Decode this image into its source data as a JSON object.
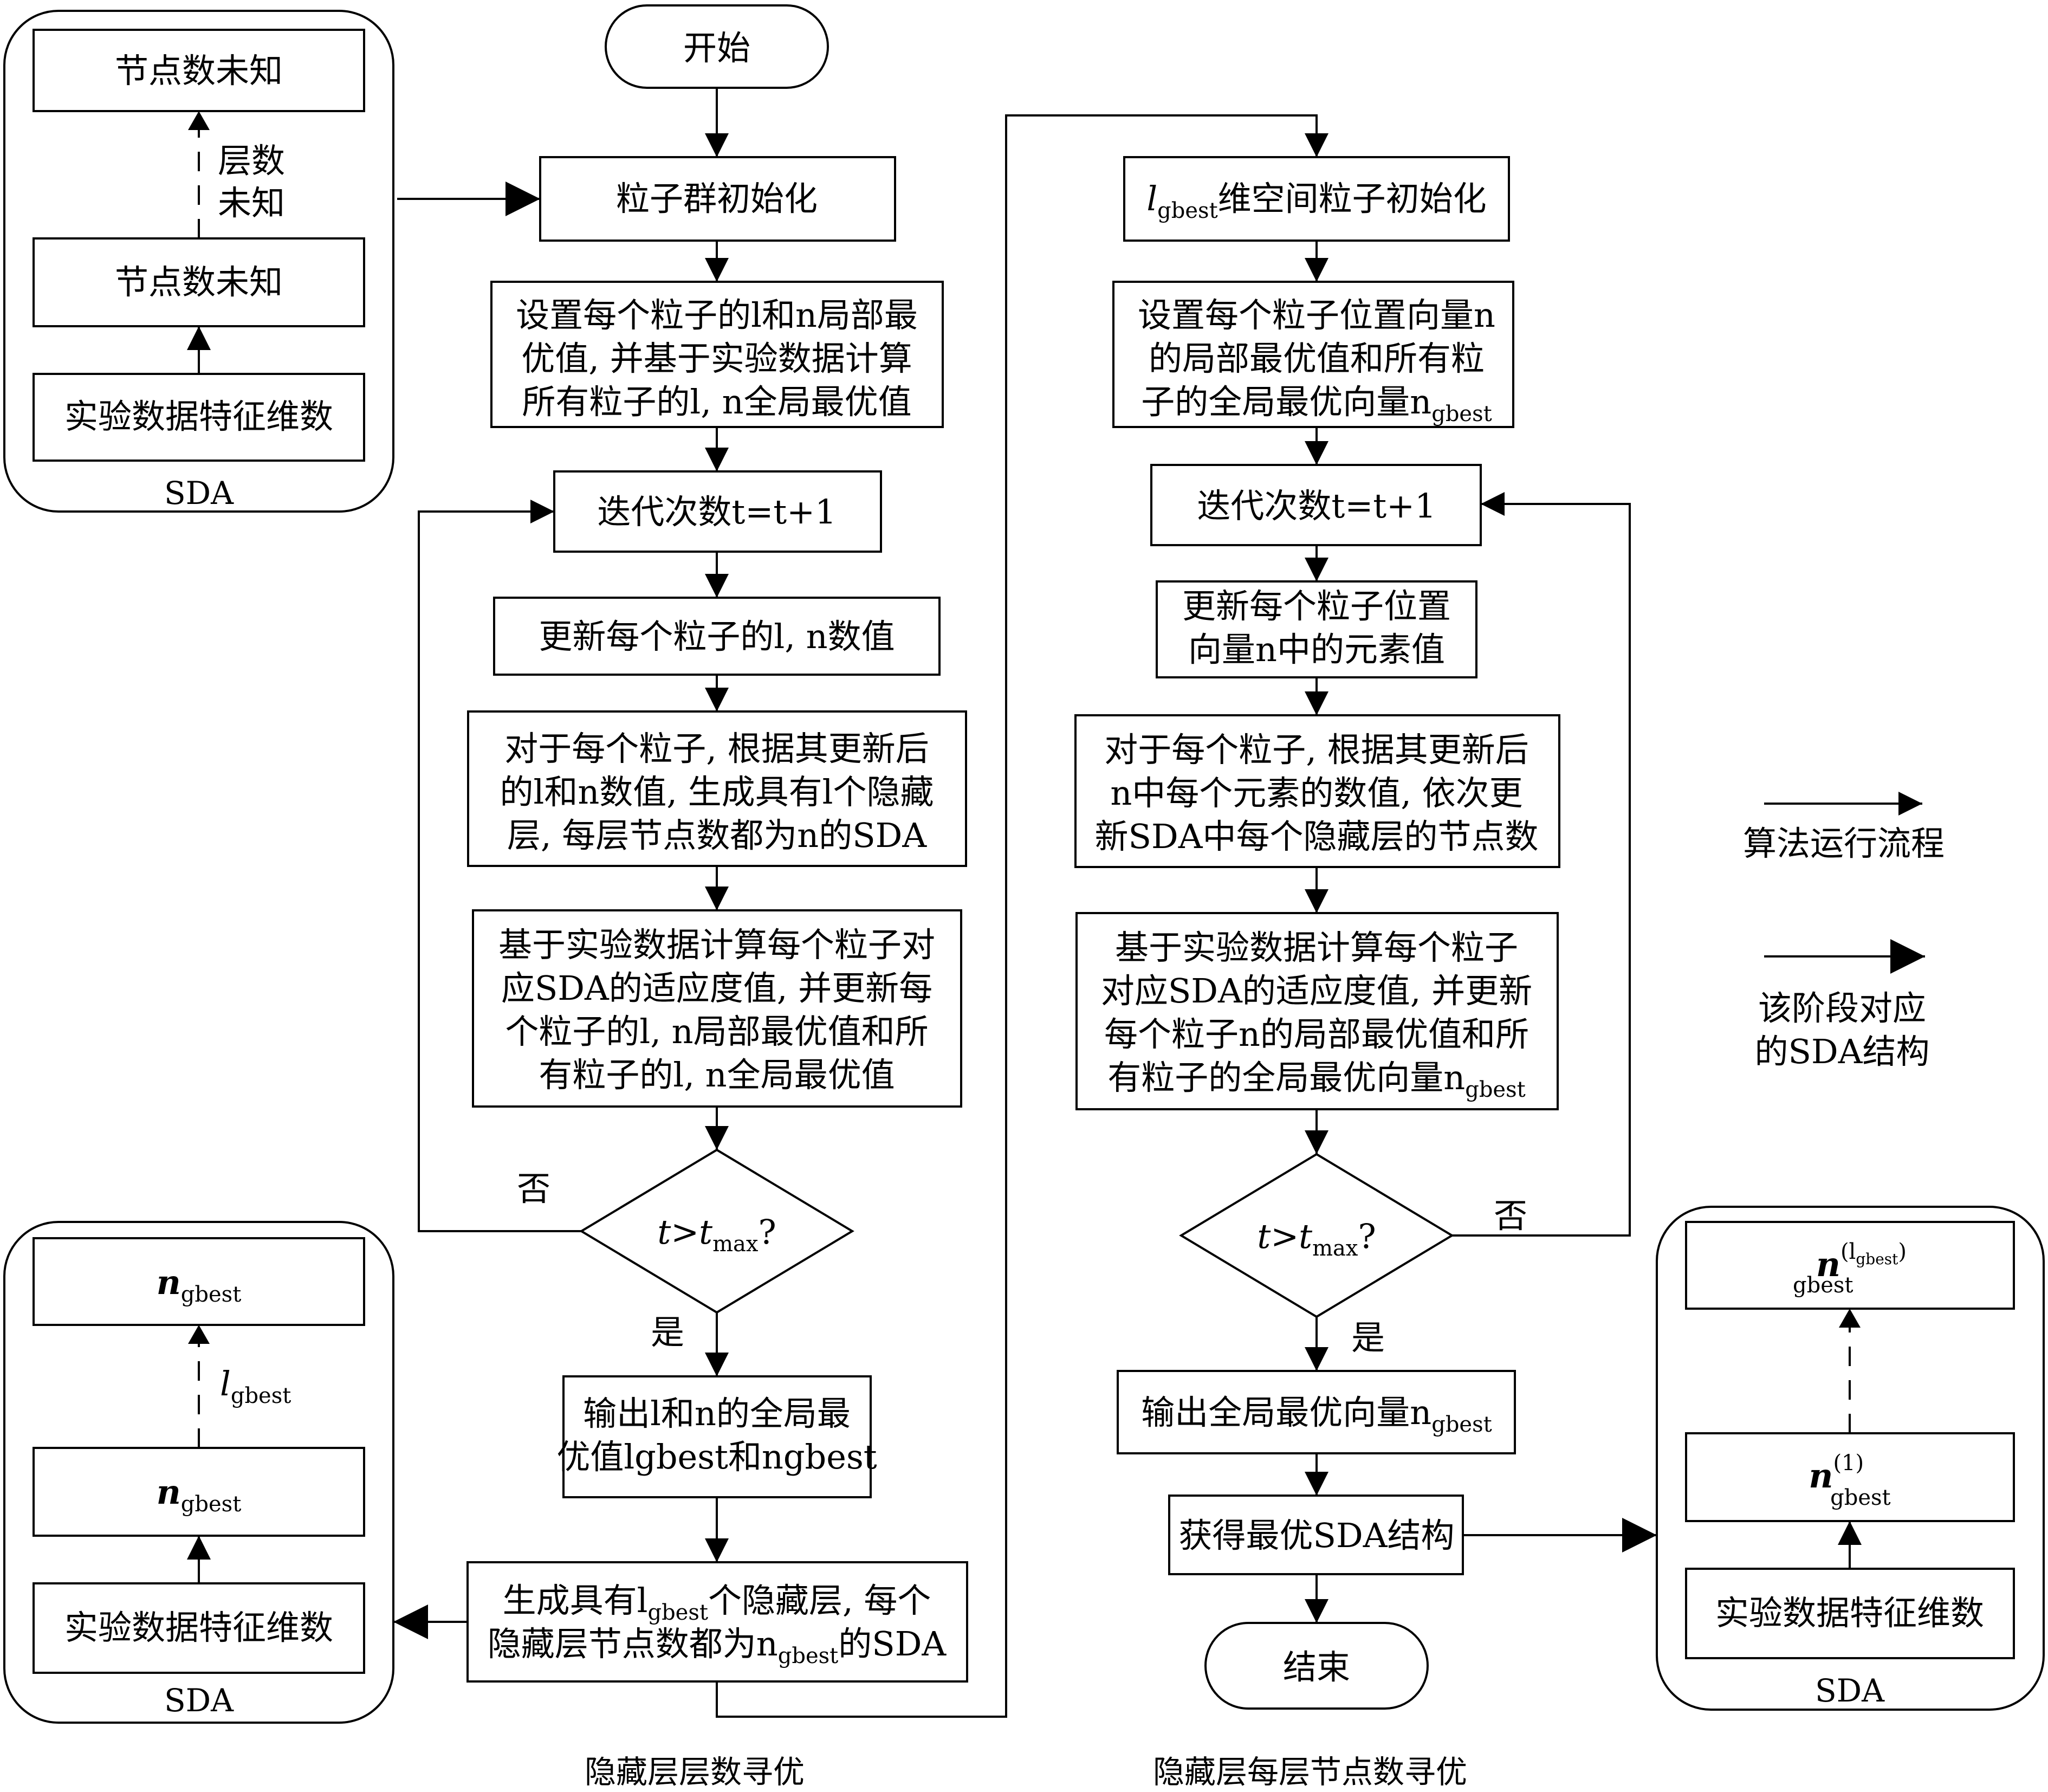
{
  "left_sda_top": {
    "node_top": "节点数未知",
    "dashed_label_1": "层数",
    "dashed_label_2": "未知",
    "node_mid": "节点数未知",
    "node_bottom": "实验数据特征维数",
    "caption": "SDA"
  },
  "left_sda_bottom": {
    "node_top_main": "n",
    "node_top_sub": "gbest",
    "dashed_label_main": "l",
    "dashed_label_sub": "gbest",
    "node_mid_main": "n",
    "node_mid_sub": "gbest",
    "node_bottom": "实验数据特征维数",
    "caption": "SDA"
  },
  "right_sda": {
    "node_top_main": "n",
    "node_top_sub": "gbest",
    "node_top_sup": "(l",
    "node_top_sup_sub": "gbest",
    "node_top_sup_close": ")",
    "node_mid_main": "n",
    "node_mid_sub": "gbest",
    "node_mid_sup": "(1)",
    "node_bottom": "实验数据特征维数",
    "caption": "SDA"
  },
  "flow_a": {
    "start": "开始",
    "init": "粒子群初始化",
    "set_line1": "设置每个粒子的l和n局部最",
    "set_line2": "优值, 并基于实验数据计算",
    "set_line3": "所有粒子的l, n全局最优值",
    "iter": "迭代次数t=t+1",
    "update": "更新每个粒子的l, n数值",
    "gen_line1": "对于每个粒子, 根据其更新后",
    "gen_line2": "的l和n数值, 生成具有l个隐藏",
    "gen_line3": "层, 每层节点数都为n的SDA",
    "fit_line1": "基于实验数据计算每个粒子对",
    "fit_line2": "应SDA的适应度值, 并更新每",
    "fit_line3": "个粒子的l, n局部最优值和所",
    "fit_line4": "有粒子的l, n全局最优值",
    "cond_main": "t>t",
    "cond_sub": "max",
    "cond_end": "?",
    "no": "否",
    "yes": "是",
    "out_line1": "输出l和n的全局最",
    "out_line2": "优值lgbest和ngbest",
    "final_line1_a": "生成具有l",
    "final_line1_sub": "gbest",
    "final_line1_b": "个隐藏层, 每个",
    "final_line2_a": "隐藏层节点数都为n",
    "final_line2_sub": "gbest",
    "final_line2_b": "的SDA",
    "caption": "隐藏层层数寻优"
  },
  "flow_b": {
    "init_main": "l",
    "init_sub": "gbest",
    "init_rest": "维空间粒子初始化",
    "set_line1": "设置每个粒子位置向量n",
    "set_line2": "的局部最优值和所有粒",
    "set_line3_a": "子的全局最优向量n",
    "set_line3_sub": "gbest",
    "iter": "迭代次数t=t+1",
    "update_line1": "更新每个粒子位置",
    "update_line2": "向量n中的元素值",
    "gen_line1": "对于每个粒子, 根据其更新后",
    "gen_line2": "n中每个元素的数值, 依次更",
    "gen_line3": "新SDA中每个隐藏层的节点数",
    "fit_line1": "基于实验数据计算每个粒子",
    "fit_line2": "对应SDA的适应度值, 并更新",
    "fit_line3": "每个粒子n的局部最优值和所",
    "fit_line4_a": "有粒子的全局最优向量n",
    "fit_line4_sub": "gbest",
    "cond_main": "t>t",
    "cond_sub": "max",
    "cond_end": "?",
    "no": "否",
    "yes": "是",
    "out_a": "输出全局最优向量n",
    "out_sub": "gbest",
    "obtain": "获得最优SDA结构",
    "end": "结束",
    "caption": "隐藏层每层节点数寻优"
  },
  "legend": {
    "flow_label": "算法运行流程",
    "sda_label_1": "该阶段对应",
    "sda_label_2": "的SDA结构"
  }
}
